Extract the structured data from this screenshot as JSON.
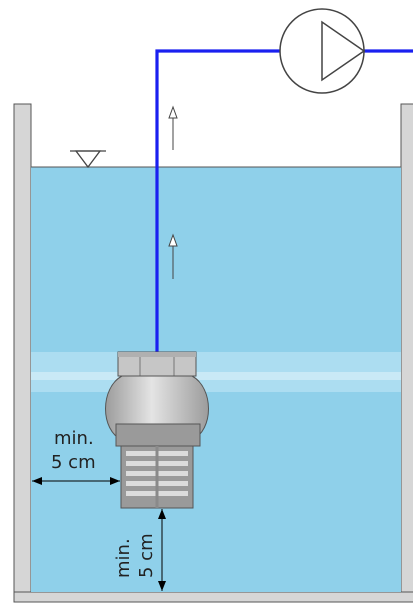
{
  "diagram": {
    "labels": {
      "side_clearance_line1": "min.",
      "side_clearance_line2": "5 cm",
      "bottom_clearance_line1": "min.",
      "bottom_clearance_line2": "5 cm"
    },
    "colors": {
      "water": "#8fd0ea",
      "water_highlight": "#c4e8f6",
      "pipe": "#1a20f0",
      "tank_wall": "#d6d6d6",
      "tank_outline": "#555555",
      "strainer_body": "#c6c6c6",
      "strainer_dark": "#8a8a8a",
      "dimension_line": "#000000"
    },
    "icons": {
      "pump": "pump-symbol-icon",
      "water_level": "water-level-triangle-icon",
      "flow_direction": "flow-arrow-up-icon"
    }
  }
}
